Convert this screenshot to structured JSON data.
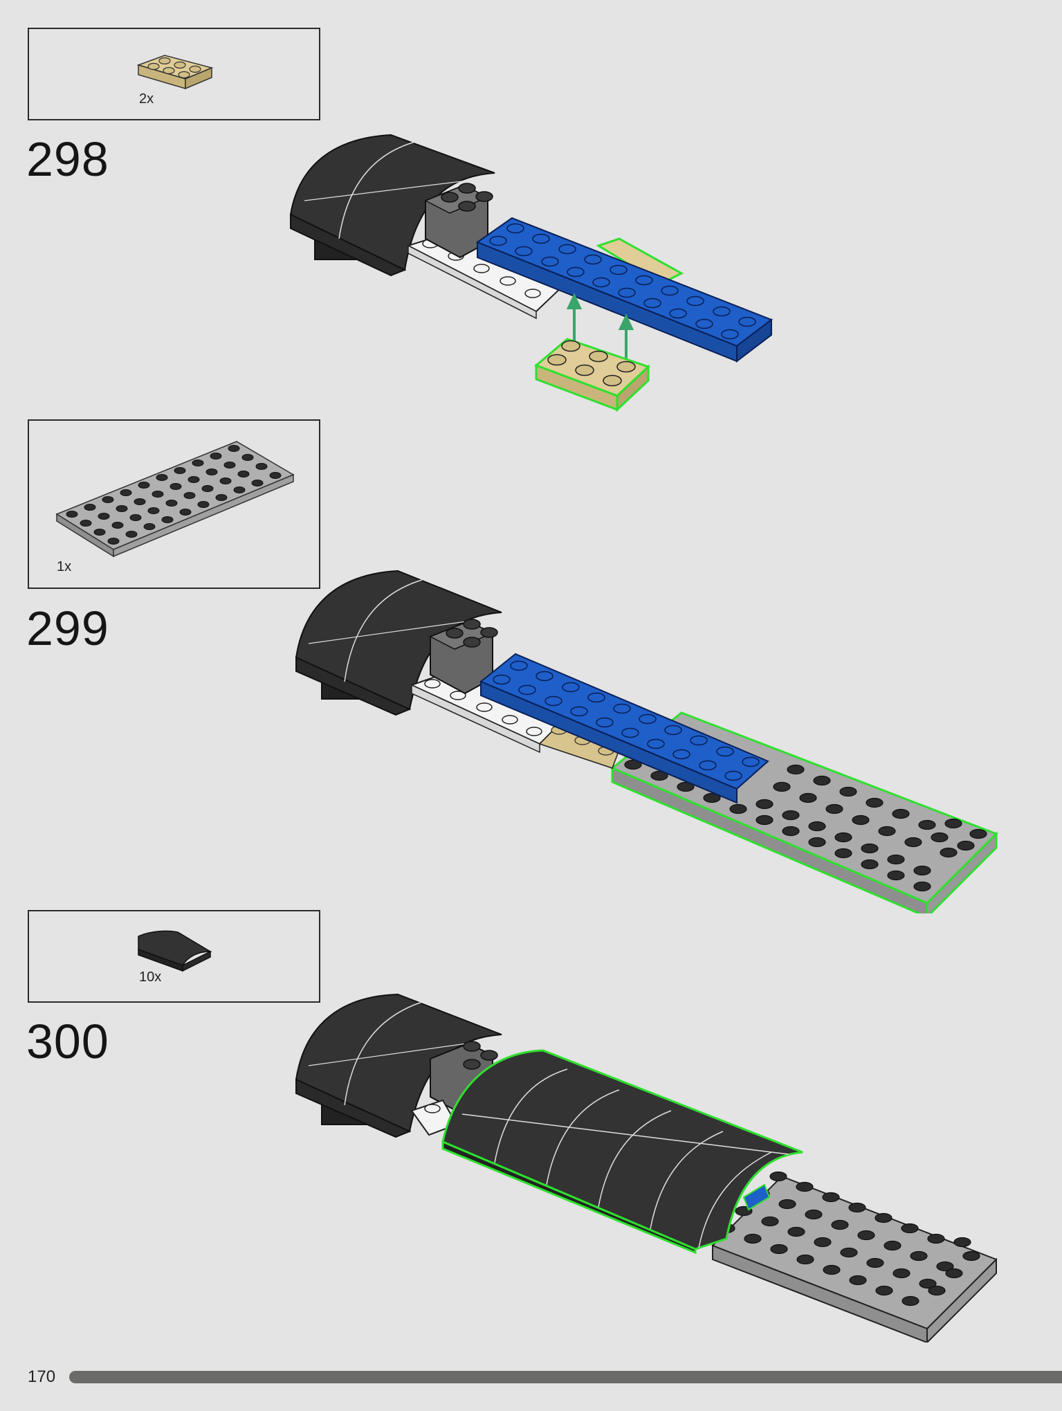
{
  "steps": [
    {
      "number": "298",
      "parts": [
        {
          "qty": "2x",
          "part": "tan-plate-2x3"
        }
      ]
    },
    {
      "number": "299",
      "parts": [
        {
          "qty": "1x",
          "part": "light-gray-plate-4x10"
        }
      ]
    },
    {
      "number": "300",
      "parts": [
        {
          "qty": "10x",
          "part": "dark-curved-slope-2x2"
        }
      ]
    }
  ],
  "colors": {
    "background": "#e4e4e4",
    "highlight": "#2ee02e",
    "arrow": "#3aa56a",
    "blue": "#1f5fc9",
    "tan": "#d8c48e",
    "dark": "#333333",
    "light_gray": "#a9a9a9",
    "white": "#f4f4f4"
  },
  "page": {
    "number": "170"
  }
}
